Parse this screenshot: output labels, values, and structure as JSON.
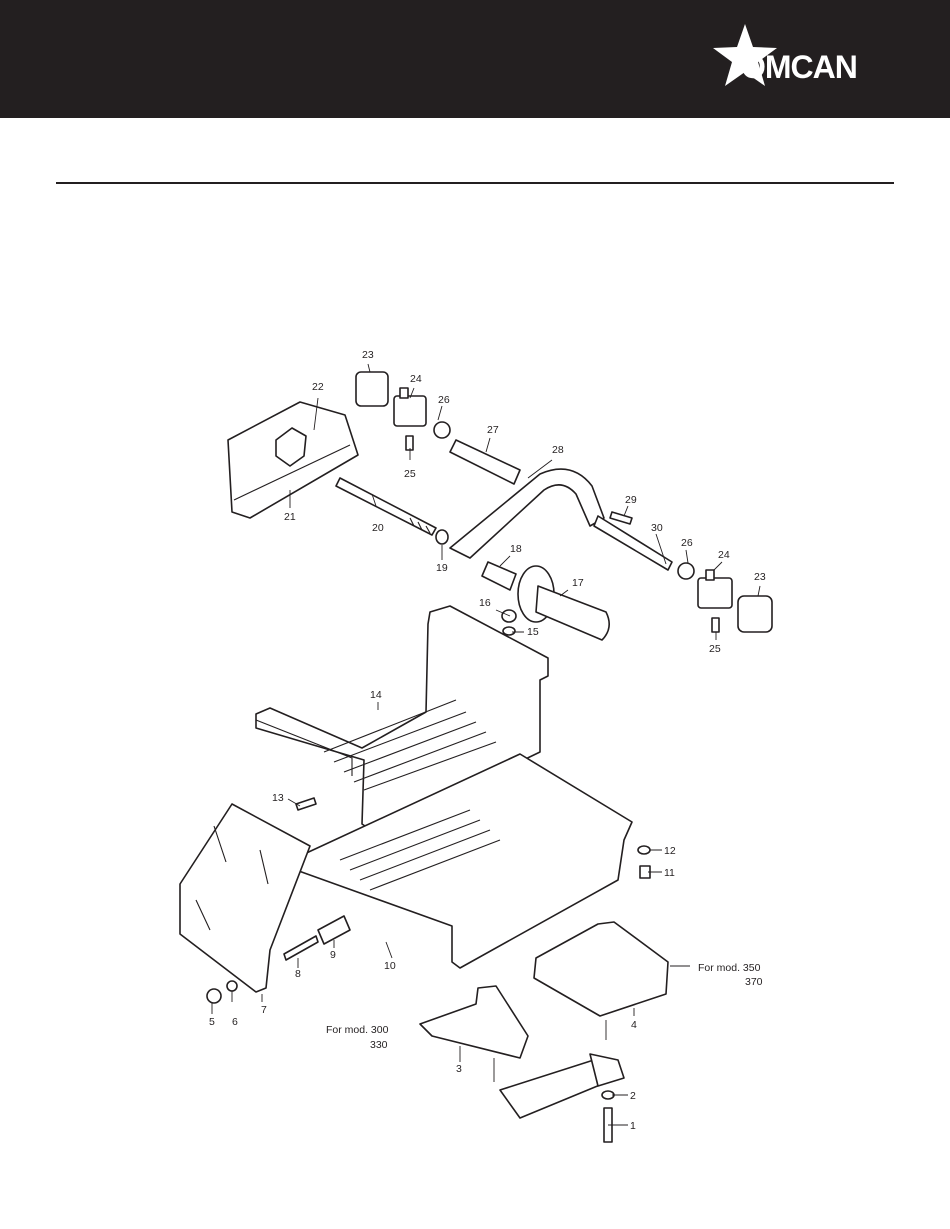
{
  "brand": {
    "name": "OMCAN",
    "header_color": "#231f20",
    "logo_icon": "star-icon"
  },
  "diagram": {
    "labels": [
      "1",
      "2",
      "3",
      "4",
      "5",
      "6",
      "7",
      "8",
      "9",
      "10",
      "11",
      "12",
      "13",
      "14",
      "15",
      "16",
      "17",
      "18",
      "19",
      "20",
      "21",
      "22",
      "23",
      "24",
      "25",
      "26",
      "27",
      "28",
      "29",
      "30",
      "23",
      "24",
      "25",
      "26"
    ],
    "notes": {
      "mod_350_line1": "For mod. 350",
      "mod_350_line2": "370",
      "mod_300_line1": "For mod. 300",
      "mod_300_line2": "330"
    }
  }
}
